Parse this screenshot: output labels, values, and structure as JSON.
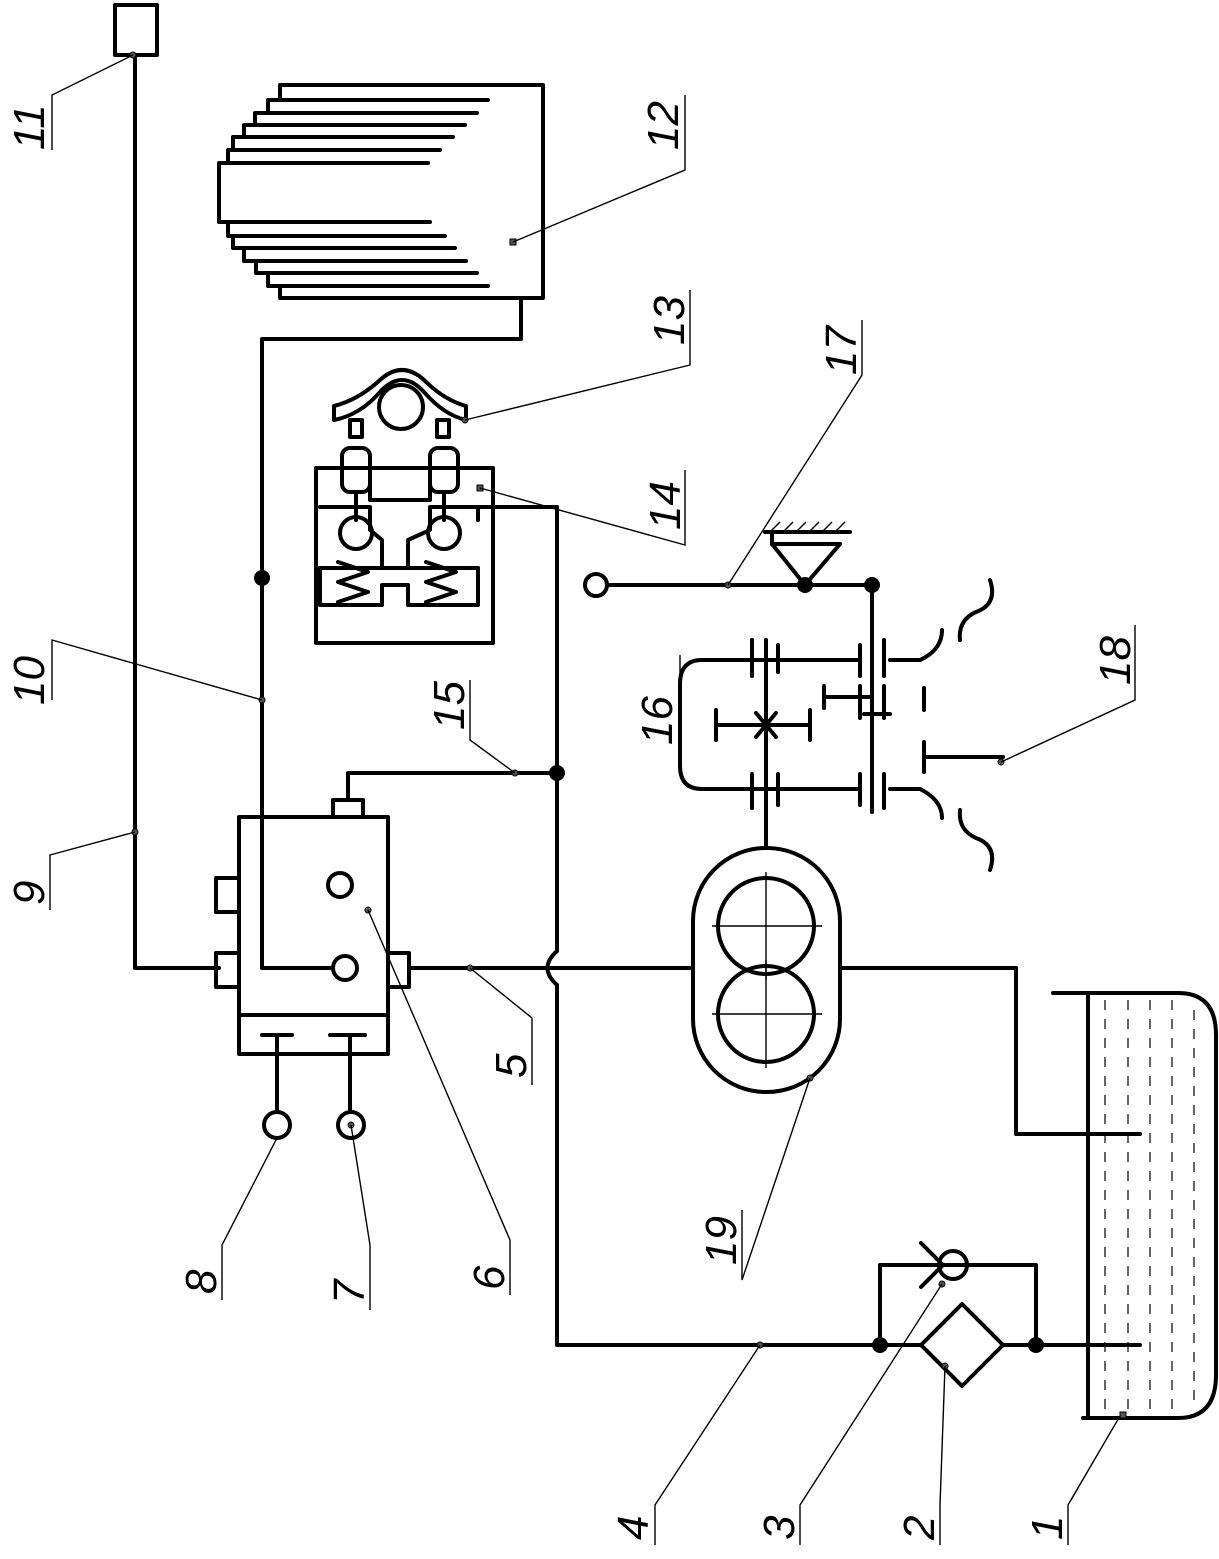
{
  "diagram": {
    "callouts": [
      {
        "num": "1"
      },
      {
        "num": "2"
      },
      {
        "num": "3"
      },
      {
        "num": "4"
      },
      {
        "num": "5"
      },
      {
        "num": "6"
      },
      {
        "num": "7"
      },
      {
        "num": "8"
      },
      {
        "num": "9"
      },
      {
        "num": "10"
      },
      {
        "num": "11"
      },
      {
        "num": "12"
      },
      {
        "num": "13"
      },
      {
        "num": "14"
      },
      {
        "num": "15"
      },
      {
        "num": "16"
      },
      {
        "num": "17"
      },
      {
        "num": "18"
      },
      {
        "num": "19"
      }
    ]
  }
}
